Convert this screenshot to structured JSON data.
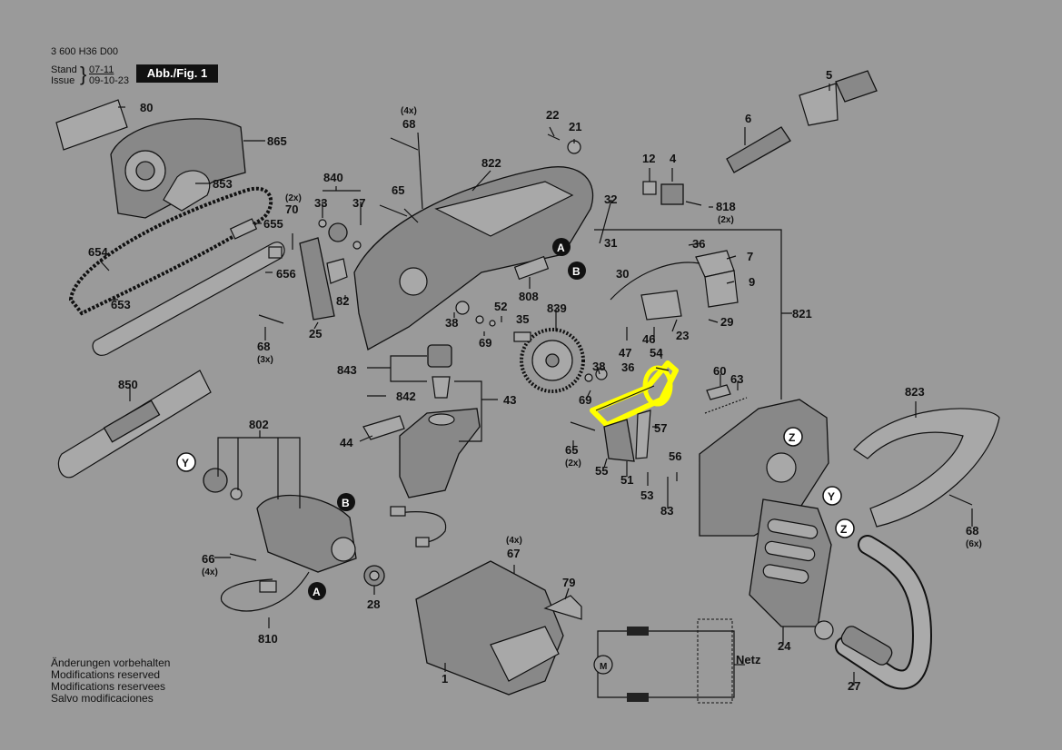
{
  "header": {
    "doc_number": "3 600 H36 D00",
    "stand_label": "Stand",
    "issue_label": "Issue",
    "stand_date": "07-11",
    "issue_date": "09-10-23",
    "figure_label": "Abb./Fig. 1"
  },
  "notes": [
    "Änderungen vorbehalten",
    "Modifications reserved",
    "Modifications reservees",
    "Salvo modificaciones"
  ],
  "highlight": {
    "part": "54",
    "color": "#ffff00"
  },
  "callouts": {
    "80": "80",
    "865": "865",
    "853": "853",
    "655": "655",
    "654": "654",
    "656": "656",
    "653": "653",
    "68": "68",
    "68_qty": "(4x)",
    "68b": "68",
    "68b_qty": "(3x)",
    "68c": "68",
    "68c_qty": "(6x)",
    "22": "22",
    "21": "21",
    "822": "822",
    "840": "840",
    "33": "33",
    "37": "37",
    "65": "65",
    "70": "70",
    "70_qty": "(2x)",
    "82": "82",
    "25": "25",
    "38": "38",
    "52": "52",
    "35": "35",
    "69": "69",
    "808": "808",
    "839": "839",
    "12": "12",
    "4": "4",
    "818": "818",
    "818_qty": "(2x)",
    "32": "32",
    "31": "31",
    "5": "5",
    "6": "6",
    "36": "36",
    "7": "7",
    "30": "30",
    "9": "9",
    "821": "821",
    "29": "29",
    "23": "23",
    "47": "47",
    "46": "46",
    "54": "54",
    "38b": "38",
    "36b": "36",
    "69b": "69",
    "60": "60",
    "63": "63",
    "57": "57",
    "65b": "65",
    "65b_qty": "(2x)",
    "55": "55",
    "51": "51",
    "56": "56",
    "53": "53",
    "83": "83",
    "823": "823",
    "843": "843",
    "842": "842",
    "43": "43",
    "44": "44",
    "850": "850",
    "802": "802",
    "66": "66",
    "66_qty": "(4x)",
    "28": "28",
    "810": "810",
    "67": "67",
    "67_qty": "(4x)",
    "79": "79",
    "1": "1",
    "24": "24",
    "27": "27",
    "netz": "Netz"
  },
  "markers": {
    "A": "A",
    "B": "B",
    "Y": "Y",
    "Z": "Z"
  }
}
